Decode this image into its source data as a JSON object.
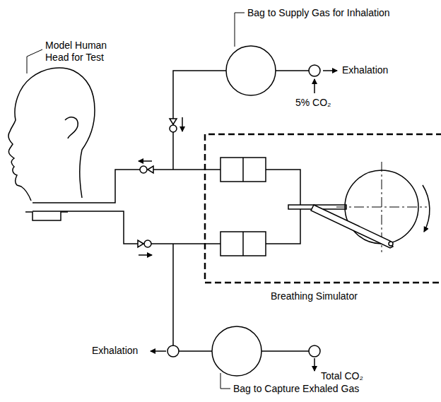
{
  "diagram": {
    "labels": [
      "Bag to Supply Gas for Inhalation",
      "Model Human Head for Test",
      "Exhalation",
      "5% CO₂",
      "Breathing Simulator",
      "Exhalation",
      "Total CO₂",
      "Bag to Capture Exhaled Gas"
    ]
  }
}
